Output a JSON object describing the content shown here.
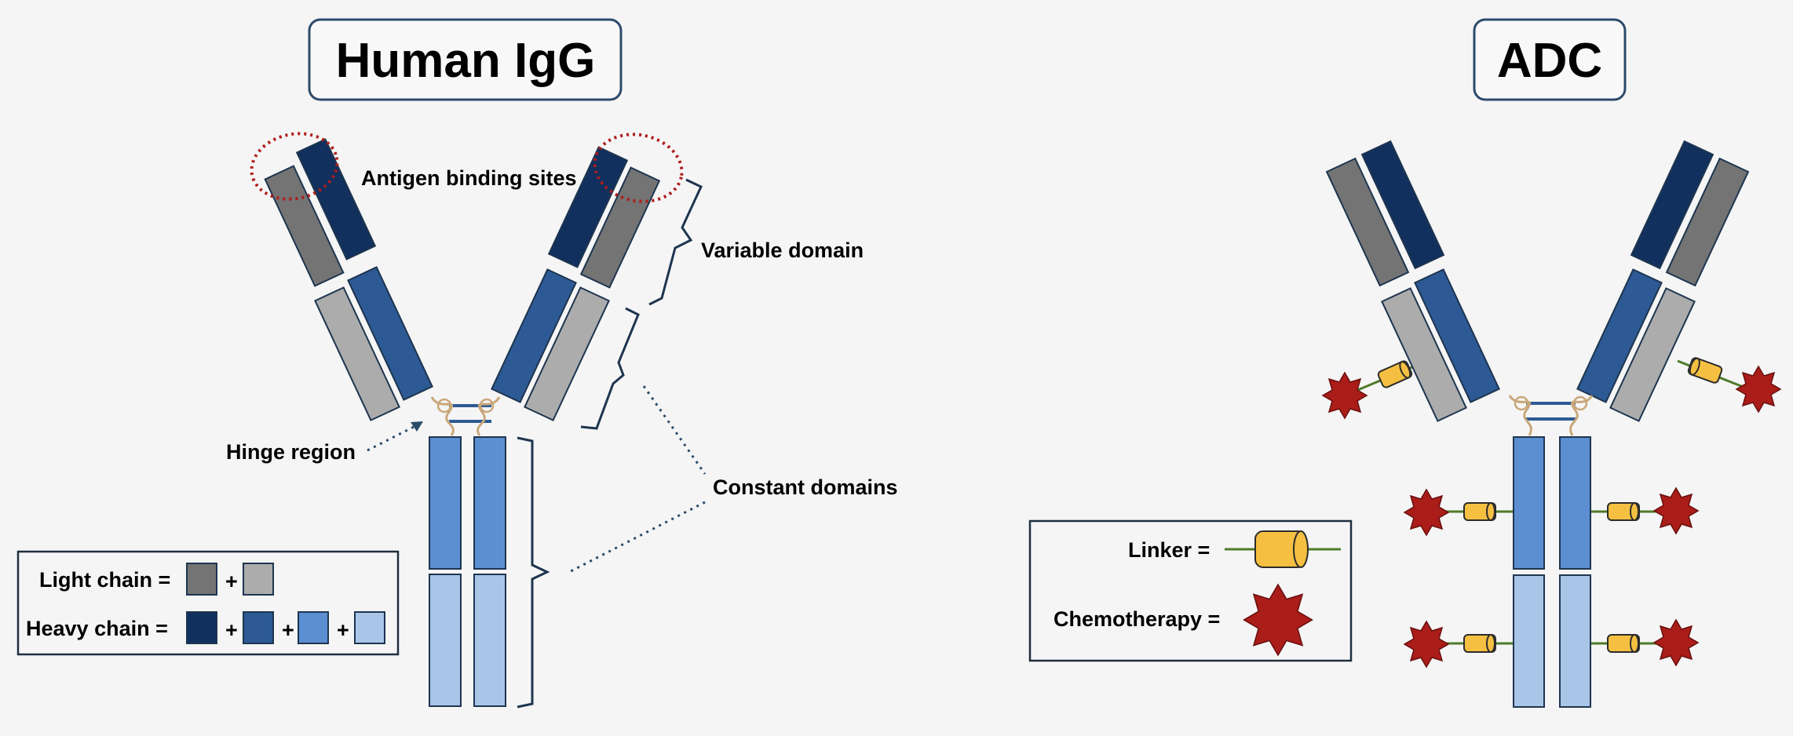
{
  "igg": {
    "title": "Human IgG",
    "labels": {
      "antigen_binding_sites": "Antigen binding sites",
      "variable_domain": "Variable domain",
      "hinge_region": "Hinge region",
      "constant_domains": "Constant domains"
    },
    "legend": {
      "light_chain": "Light chain =",
      "heavy_chain": "Heavy chain =",
      "plus": "+"
    }
  },
  "adc": {
    "title": "ADC",
    "legend": {
      "linker": "Linker =",
      "chemotherapy": "Chemotherapy ="
    }
  },
  "colors": {
    "light_variable": "#747474",
    "light_constant": "#acacac",
    "heavy_variable": "#11305d",
    "heavy_ch1": "#2d5a94",
    "heavy_ch2": "#5b8fd2",
    "heavy_ch3": "#a9c6e8",
    "outline": "#1e3550",
    "title_box": "#2b4b6a",
    "binding_site_ring": "#b01c1c",
    "hinge": "#c9a77a",
    "linker_fill": "#f5c042",
    "linker_line": "#4e7a2a",
    "drug": "#aa1d18"
  }
}
